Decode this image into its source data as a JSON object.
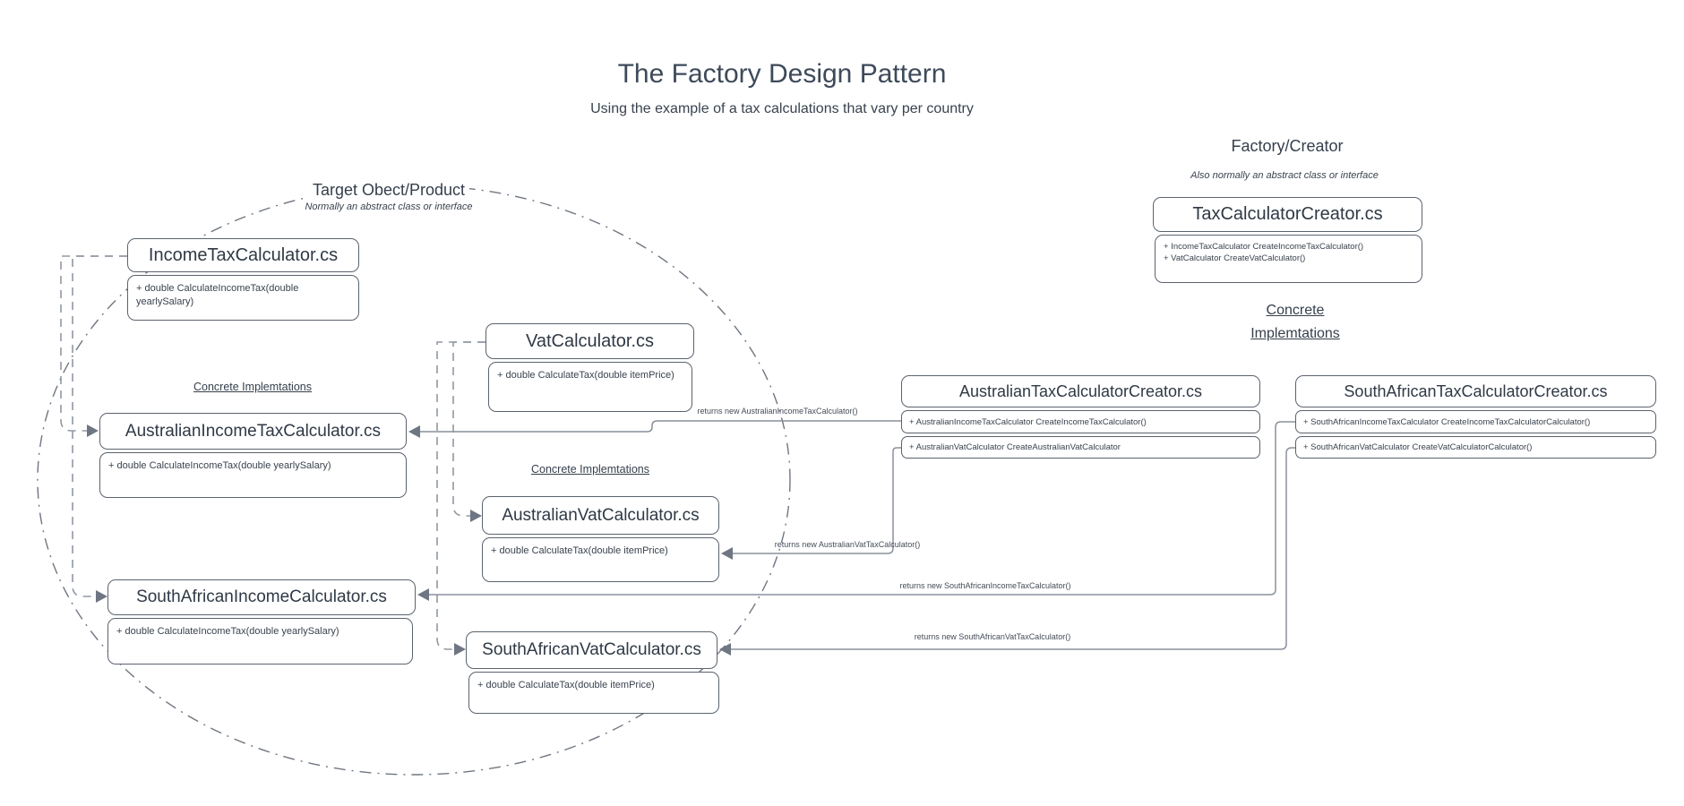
{
  "page": {
    "title": "The Factory Design Pattern",
    "subtitle": "Using the example of a tax calculations that vary per country"
  },
  "product_group": {
    "heading": "Target Obect/Product",
    "subheading": "Normally an abstract class or interface",
    "concrete_heading_income": "Concrete Implemtations",
    "concrete_heading_vat": "Concrete Implemtations"
  },
  "classes": {
    "income_tax": {
      "name": "IncomeTaxCalculator.cs",
      "method": "+ double CalculateIncomeTax(double yearlySalary)"
    },
    "vat": {
      "name": "VatCalculator.cs",
      "method": "+ double CalculateTax(double itemPrice)"
    },
    "au_income": {
      "name": "AustralianIncomeTaxCalculator.cs",
      "method": "+ double CalculateIncomeTax(double yearlySalary)"
    },
    "au_vat": {
      "name": "AustralianVatCalculator.cs",
      "method": "+ double CalculateTax(double itemPrice)"
    },
    "sa_income": {
      "name": "SouthAfricanIncomeCalculator.cs",
      "method": "+ double CalculateIncomeTax(double yearlySalary)"
    },
    "sa_vat": {
      "name": "SouthAfricanVatCalculator.cs",
      "method": "+ double CalculateTax(double itemPrice)"
    }
  },
  "factory": {
    "heading": "Factory/Creator",
    "subheading": "Also normally an abstract class or interface",
    "concrete_heading_line1": "Concrete",
    "concrete_heading_line2": "Implemtations",
    "creator": {
      "name": "TaxCalculatorCreator.cs",
      "methods": [
        "+ IncomeTaxCalculator CreateIncomeTaxCalculator()",
        "+ VatCalculator CreateVatCalculator()"
      ]
    },
    "au_creator": {
      "name": "AustralianTaxCalculatorCreator.cs",
      "methods": [
        "+ AustralianIncomeTaxCalculator CreateIncomeTaxCalculator()",
        "+ AustralianVatCalculator CreateAustralianVatCalculator"
      ]
    },
    "sa_creator": {
      "name": "SouthAfricanTaxCalculatorCreator.cs",
      "methods": [
        "+ SouthAfricanIncomeTaxCalculator CreateIncomeTaxCalculatorCalculator()",
        "+ SouthAfricanVatCalculator CreateVatCalculatorCalculator()"
      ]
    }
  },
  "edges": {
    "au_income_label": "returns new AustralianIncomeTaxCalculator()",
    "au_vat_label": "returns new AustralianVatTaxCalculator()",
    "sa_income_label": "returns new SouthAfricanIncomeTaxCalculator()",
    "sa_vat_label": "returns new SouthAfricanVatTaxCalculator()"
  },
  "colors": {
    "line": "#8a919c",
    "arrow": "#6f7683",
    "border": "#5b636e",
    "boundary": "#6f7680"
  }
}
